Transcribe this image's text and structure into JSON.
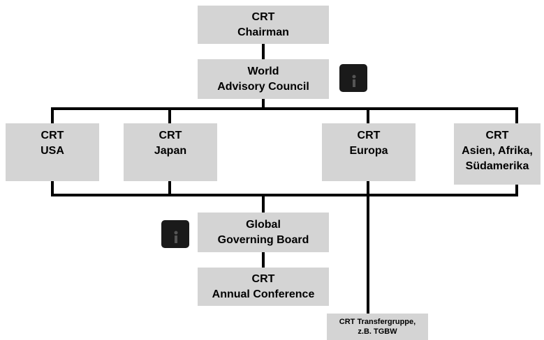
{
  "boxes": {
    "chairman": {
      "line1": "CRT",
      "line2": "Chairman"
    },
    "advisory": {
      "line1": "World",
      "line2": "Advisory Council"
    },
    "usa": {
      "line1": "CRT",
      "line2": "USA"
    },
    "japan": {
      "line1": "CRT",
      "line2": "Japan"
    },
    "europa": {
      "line1": "CRT",
      "line2": "Europa"
    },
    "asien": {
      "line1": "CRT",
      "line2": "Asien, Afrika,",
      "line3": "Südamerika"
    },
    "governing": {
      "line1": "Global",
      "line2": "Governing Board"
    },
    "conference": {
      "line1": "CRT",
      "line2": "Annual Conference"
    },
    "transfer": {
      "line1": "CRT Transfergruppe,",
      "line2": "z.B. TGBW"
    }
  },
  "icons": {
    "info_icon": "info-icon"
  },
  "colors": {
    "box_fill": "#d4d4d4",
    "line": "#000000",
    "icon_bg": "#1a1a1a"
  }
}
